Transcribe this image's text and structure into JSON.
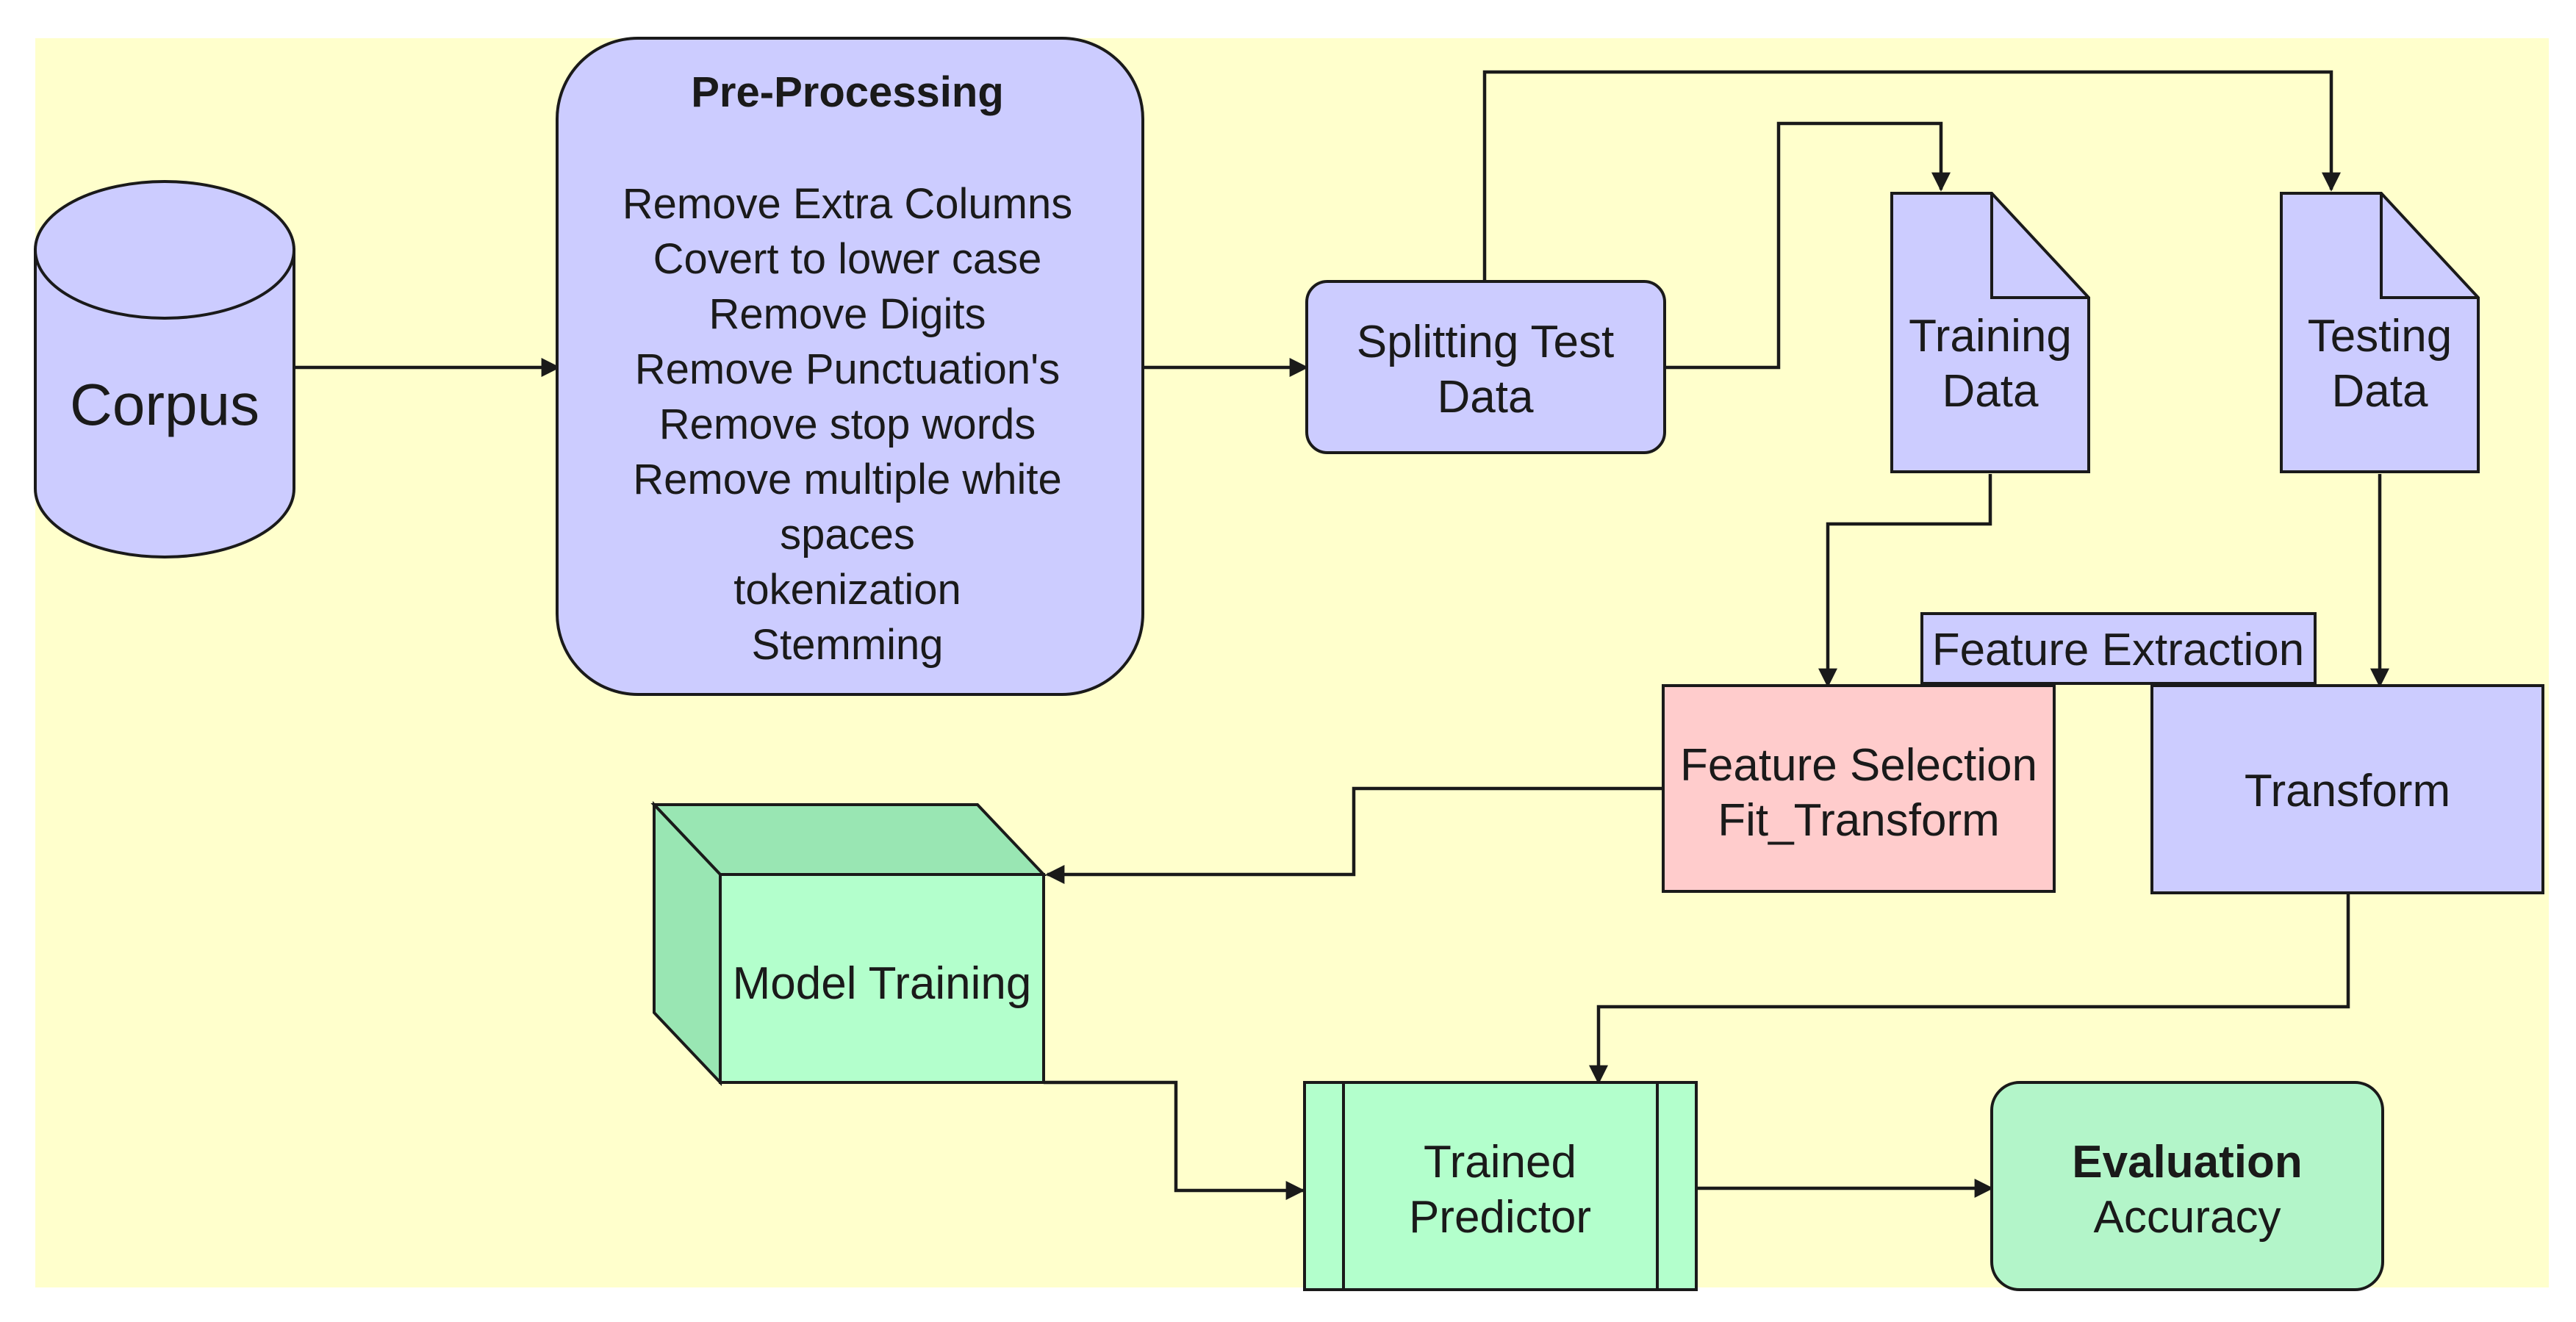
{
  "colors": {
    "background": "#FFFFCC",
    "node_fill": "#CCCCFF",
    "feature_selection_fill": "#FFCCCC",
    "model_fill": "#B3FFCC",
    "model_side_fill": "#99E6B3",
    "evaluation_fill": "#B3F5C9",
    "stroke": "#1a1a1a"
  },
  "nodes": {
    "corpus": {
      "label": "Corpus"
    },
    "preprocessing": {
      "title": "Pre-Processing",
      "steps": [
        "Remove Extra Columns",
        "Covert to lower case",
        "Remove Digits",
        "Remove Punctuation's",
        "Remove stop words",
        "Remove multiple white",
        "spaces",
        "tokenization",
        "Stemming"
      ]
    },
    "splitting": {
      "line1": "Splitting Test",
      "line2": "Data"
    },
    "training_data": {
      "line1": "Training",
      "line2": "Data"
    },
    "testing_data": {
      "line1": "Testing",
      "line2": "Data"
    },
    "feature_extraction": {
      "label": "Feature Extraction"
    },
    "feature_selection": {
      "line1": "Feature Selection",
      "line2": "Fit_Transform"
    },
    "transform": {
      "label": "Transform"
    },
    "model_training": {
      "label": "Model Training"
    },
    "trained_predictor": {
      "line1": "Trained",
      "line2": "Predictor"
    },
    "evaluation": {
      "title": "Evaluation",
      "subtitle": "Accuracy"
    }
  }
}
